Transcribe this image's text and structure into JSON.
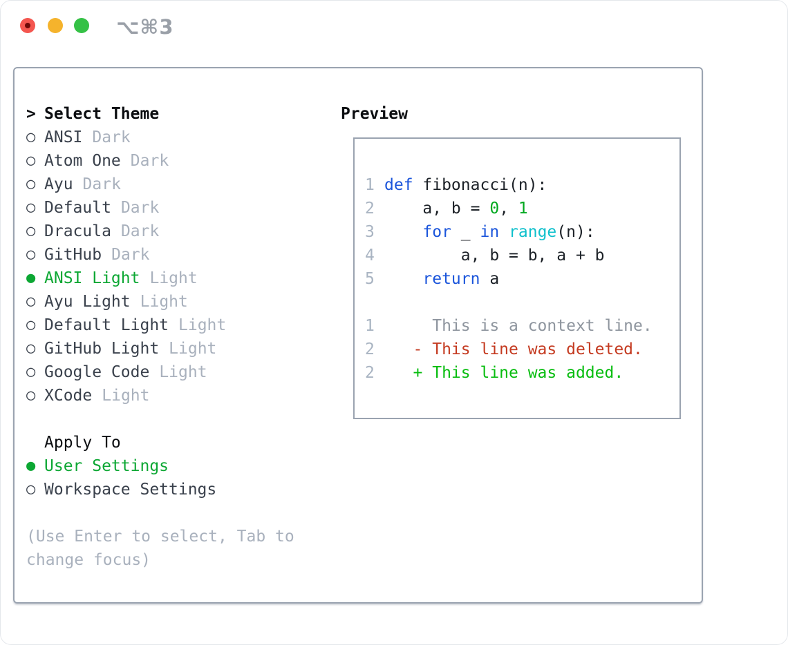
{
  "window": {
    "shortcut": "⌥⌘3"
  },
  "icons": {
    "radio_selected": "●",
    "radio_unselected": "○",
    "prompt_caret": ">"
  },
  "colors": {
    "border": "#9aa3b0",
    "header": "#0b0d10",
    "item": "#3a414c",
    "muted": "#a9b1bd",
    "ln": "#a9b4c2",
    "ctx": "#8e959e",
    "green-select": "#0ca733",
    "green-added": "#07bd0f",
    "green-number": "#00a81e",
    "keyword": "#1b55db",
    "builtin": "#0fc0cc",
    "deleted": "#c43a20",
    "plain": "#1c2127",
    "titlebar-gray": "#9aa0a8"
  },
  "theme_panel": {
    "prompt": ">",
    "title": "Select Theme",
    "themes": [
      {
        "name": "ANSI",
        "variant": "Dark",
        "selected": false
      },
      {
        "name": "Atom One",
        "variant": "Dark",
        "selected": false
      },
      {
        "name": "Ayu",
        "variant": "Dark",
        "selected": false
      },
      {
        "name": "Default",
        "variant": "Dark",
        "selected": false
      },
      {
        "name": "Dracula",
        "variant": "Dark",
        "selected": false
      },
      {
        "name": "GitHub",
        "variant": "Dark",
        "selected": false
      },
      {
        "name": "ANSI Light",
        "variant": "Light",
        "selected": true
      },
      {
        "name": "Ayu Light",
        "variant": "Light",
        "selected": false
      },
      {
        "name": "Default Light",
        "variant": "Light",
        "selected": false
      },
      {
        "name": "GitHub Light",
        "variant": "Light",
        "selected": false
      },
      {
        "name": "Google Code",
        "variant": "Light",
        "selected": false
      },
      {
        "name": "XCode",
        "variant": "Light",
        "selected": false
      }
    ],
    "apply_to": {
      "title": "Apply To",
      "options": [
        {
          "label": "User Settings",
          "selected": true
        },
        {
          "label": "Workspace Settings",
          "selected": false
        }
      ]
    },
    "hint_line1": "(Use Enter to select, Tab to",
    "hint_line2": "change focus)"
  },
  "preview": {
    "title": "Preview",
    "code_lines": [
      {
        "num": "1",
        "segments": [
          {
            "t": "def",
            "c": "keyword"
          },
          {
            "t": " fibonacci(n):",
            "c": "plain"
          }
        ]
      },
      {
        "num": "2",
        "segments": [
          {
            "t": "    a, b = ",
            "c": "plain"
          },
          {
            "t": "0",
            "c": "number"
          },
          {
            "t": ", ",
            "c": "plain"
          },
          {
            "t": "1",
            "c": "number"
          }
        ]
      },
      {
        "num": "3",
        "segments": [
          {
            "t": "    ",
            "c": "plain"
          },
          {
            "t": "for",
            "c": "keyword"
          },
          {
            "t": " _ ",
            "c": "plain"
          },
          {
            "t": "in",
            "c": "keyword"
          },
          {
            "t": " ",
            "c": "plain"
          },
          {
            "t": "range",
            "c": "builtin"
          },
          {
            "t": "(n):",
            "c": "plain"
          }
        ]
      },
      {
        "num": "4",
        "segments": [
          {
            "t": "        a, b = b, a + b",
            "c": "plain"
          }
        ]
      },
      {
        "num": "5",
        "segments": [
          {
            "t": "    ",
            "c": "plain"
          },
          {
            "t": "return",
            "c": "keyword"
          },
          {
            "t": " a",
            "c": "plain"
          }
        ]
      },
      {
        "num": "",
        "segments": []
      },
      {
        "num": "1",
        "segments": [
          {
            "t": "     This is a context line.",
            "c": "context"
          }
        ]
      },
      {
        "num": "2",
        "segments": [
          {
            "t": "   - This line was deleted.",
            "c": "deleted"
          }
        ]
      },
      {
        "num": "2",
        "segments": [
          {
            "t": "   + This line was added.",
            "c": "added"
          }
        ]
      }
    ]
  }
}
